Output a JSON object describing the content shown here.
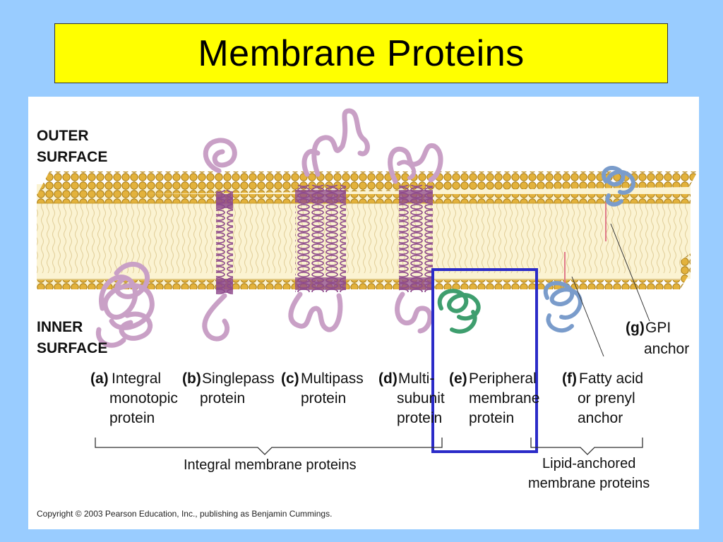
{
  "title": "Membrane Proteins",
  "surfaces": {
    "outer": [
      "OUTER",
      "SURFACE"
    ],
    "inner": [
      "INNER",
      "SURFACE"
    ]
  },
  "proteins": [
    {
      "letter": "(a)",
      "lines": [
        "Integral",
        "monotopic",
        "protein"
      ]
    },
    {
      "letter": "(b)",
      "lines": [
        "Singlepass",
        "protein"
      ]
    },
    {
      "letter": "(c)",
      "lines": [
        "Multipass",
        "protein"
      ]
    },
    {
      "letter": "(d)",
      "lines": [
        "Multi-",
        "subunit",
        "protein"
      ]
    },
    {
      "letter": "(e)",
      "lines": [
        "Peripheral",
        "membrane",
        "protein"
      ]
    },
    {
      "letter": "(f)",
      "lines": [
        "Fatty acid",
        "or prenyl",
        "anchor"
      ]
    },
    {
      "letter": "(g)",
      "lines": [
        "GPI",
        "anchor"
      ]
    }
  ],
  "groups": {
    "integral": "Integral membrane proteins",
    "lipid_anchored": [
      "Lipid-anchored",
      "membrane proteins"
    ]
  },
  "copyright": "Copyright © 2003 Pearson Education, Inc., publishing as Benjamin Cummings.",
  "colors": {
    "background": "#99CCFF",
    "title_bg": "#FFFF00",
    "highlight_box": "#2B2BC8",
    "lipid_head": "#E3B23C",
    "lipid_core": "#FBF3D2",
    "protein_pink": "#C9A0C6",
    "protein_purple": "#8E4A8C",
    "peripheral_green": "#3E9E6E",
    "anchored_blue": "#7A9CCB"
  }
}
